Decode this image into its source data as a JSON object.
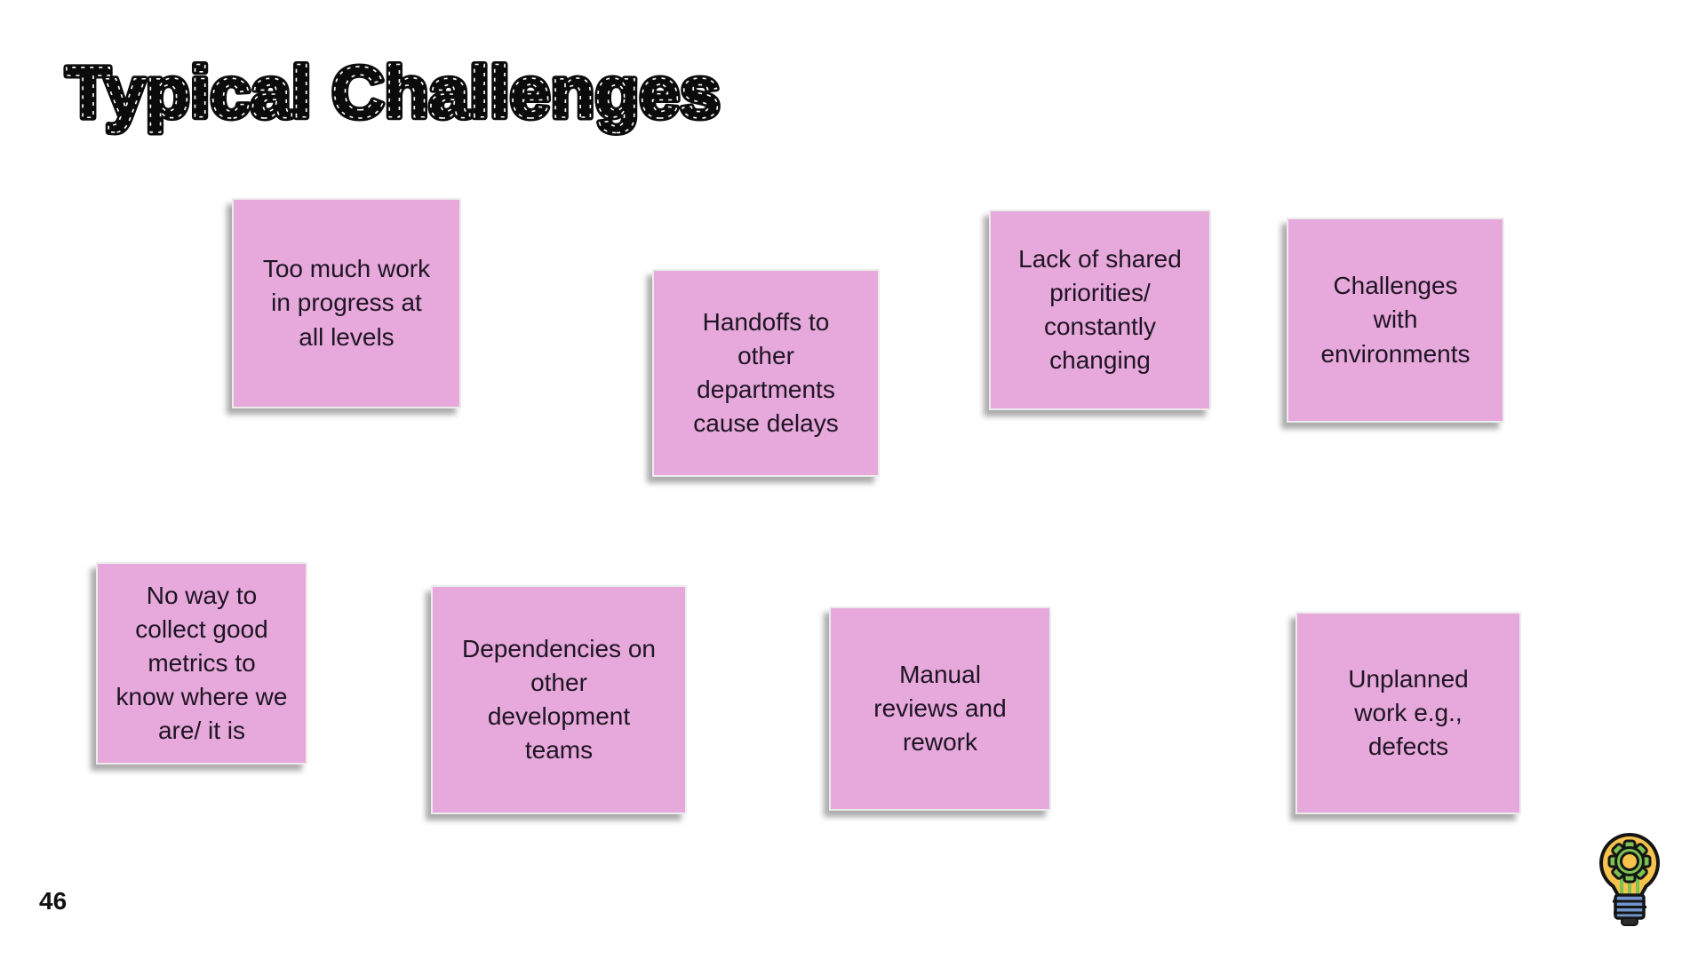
{
  "slide": {
    "title": "Typical Challenges",
    "page_number": "46",
    "sticky_notes": [
      {
        "id": "note-1",
        "text": "Too much work\nin progress at\nall levels"
      },
      {
        "id": "note-2",
        "text": "Handoffs to\nother\ndepartments\ncause delays"
      },
      {
        "id": "note-3",
        "text": "Lack of shared\npriorities/\nconstantly\nchanging"
      },
      {
        "id": "note-4",
        "text": "Challenges\nwith\nenvironments"
      },
      {
        "id": "note-5",
        "text": "No way to\ncollect good\nmetrics to\nknow where we\nare/ it is"
      },
      {
        "id": "note-6",
        "text": "Dependencies on\nother\ndevelopment\nteams"
      },
      {
        "id": "note-7",
        "text": "Manual\nreviews and\nrework"
      },
      {
        "id": "note-8",
        "text": "Unplanned\nwork e.g.,\ndefects"
      }
    ],
    "icons": {
      "footer": "lightbulb-gear-icon"
    },
    "colors": {
      "background": "#FFFFFF",
      "note_fill": "#E7A8DB",
      "note_text": "#1D1523",
      "title_text": "#0B0B0B",
      "bulb_yellow": "#F6C34C",
      "gear_green": "#7CC152",
      "base_blue": "#7196CE"
    }
  }
}
